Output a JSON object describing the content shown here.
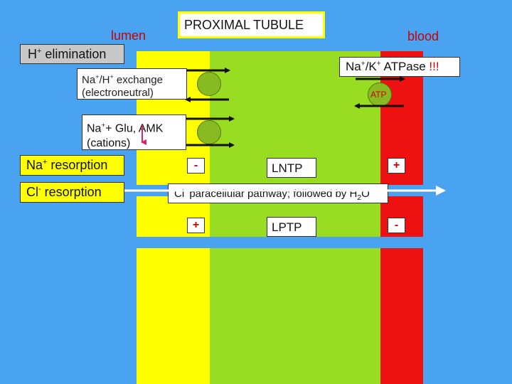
{
  "title": "PROXIMAL TUBULE",
  "lumen_label": "lumen",
  "blood_label": "blood",
  "h_elimination": {
    "base": "H",
    "sup": "+",
    "rest": " elimination"
  },
  "atpase": {
    "na": "Na",
    "sup1": "+",
    "slash": "/K",
    "sup2": "+",
    "rest": " ATPase ",
    "emph": "!!!"
  },
  "exchange": {
    "na": "Na",
    "sup1": "+",
    "slash": "/H",
    "sup2": "+",
    "rest": " exchange",
    "line2": "(electroneutral)"
  },
  "atp": "ATP",
  "cotransport": {
    "na": "Na",
    "sup": "+",
    "rest": "+ Glu, AMK",
    "line2": "(cations)"
  },
  "na_resorption": {
    "na": "Na",
    "sup": "+",
    "rest": " resorption"
  },
  "cl_resorption": {
    "cl": "Cl",
    "sup": "-",
    "rest": " resorption"
  },
  "lntp": {
    "label": "LNTP",
    "left_sign": "-",
    "right_sign": "+"
  },
  "paracellular": {
    "cl": "Cl",
    "sup": "-",
    "rest": " paracellular pathway; followed by H",
    "sub": "2",
    "end": "O"
  },
  "lptp": {
    "label": "LPTP",
    "left_sign": "+",
    "right_sign": "-"
  },
  "colors": {
    "background": "#4aa3f0",
    "lumen": "#ffff00",
    "cell": "#99dd22",
    "blood": "#ee1111",
    "emph": "#cc0000",
    "pink_arrow": "#e0206a"
  }
}
